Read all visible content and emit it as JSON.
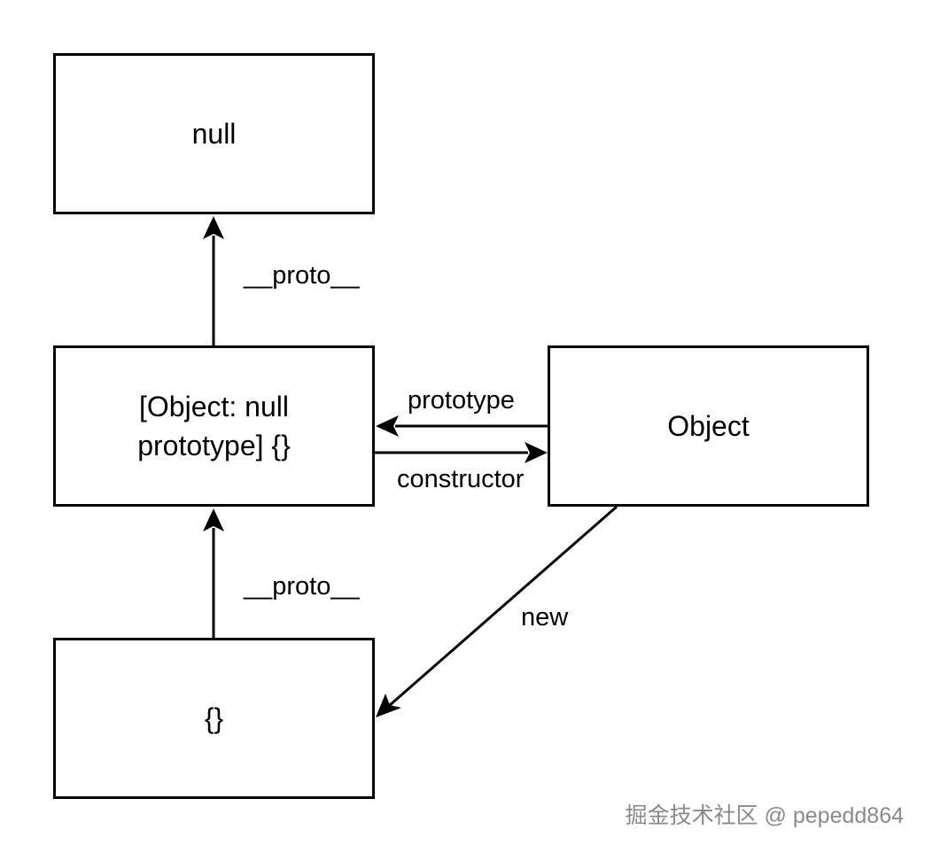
{
  "diagram": {
    "nodes": {
      "null_node": {
        "label": "null"
      },
      "null_proto_object": {
        "label": "[Object: null\nprototype] {}"
      },
      "object_constructor": {
        "label": "Object"
      },
      "empty_object": {
        "label": "{}"
      }
    },
    "edges": {
      "proto_to_null": {
        "label": "__proto__",
        "from": "null_proto_object",
        "to": "null_node"
      },
      "prototype": {
        "label": "prototype",
        "from": "object_constructor",
        "to": "null_proto_object"
      },
      "constructor": {
        "label": "constructor",
        "from": "null_proto_object",
        "to": "object_constructor"
      },
      "proto_from_empty": {
        "label": "__proto__",
        "from": "empty_object",
        "to": "null_proto_object"
      },
      "new": {
        "label": "new",
        "from": "object_constructor",
        "to": "empty_object"
      }
    }
  },
  "watermark": {
    "text": "掘金技术社区 @ pepedd864"
  }
}
